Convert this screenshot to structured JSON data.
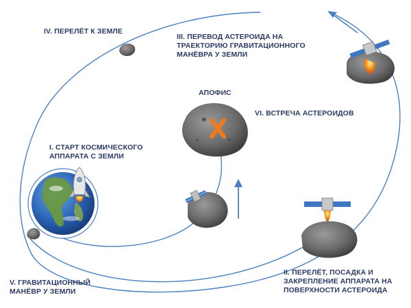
{
  "diagram": {
    "labels": {
      "apophis": "АПОФИС",
      "stage1": [
        "I. СТАРТ КОСМИЧЕСКОГО",
        "АППАРАТА С ЗЕМЛИ"
      ],
      "stage2": [
        "II. ПЕРЕЛЁТ, ПОСАДКА И",
        "ЗАКРЕПЛЕНИЕ АППАРАТА НА",
        "ПОВЕРХНОСТИ АСТЕРОИДА"
      ],
      "stage3": [
        "III. ПЕРЕВОД АСТЕРОИДА НА",
        "ТРАЕКТОРИЮ ГРАВИТАЦИОННОГО",
        "МАНЁВРА У ЗЕМЛИ"
      ],
      "stage4": "IV. ПЕРЕЛЁТ К ЗЕМЛЕ",
      "stage5": [
        "V. ГРАВИТАЦИОННЫЙ",
        "МАНЁВР У ЗЕМЛИ"
      ],
      "stage6": "VI. ВСТРЕЧА АСТЕРОИДОВ"
    },
    "colors": {
      "orbit": "#4a7fc1",
      "label_text": "#2b3a67",
      "asteroid": "#6e6e6e",
      "impact_mark": "#f07a1e",
      "earth_ocean": "#2a63b5",
      "earth_land": "#6d9a3e"
    },
    "icons": [
      "earth-icon",
      "rocket-icon",
      "asteroid-icon",
      "spacecraft-icon",
      "thrust-flame-icon",
      "impact-x-icon",
      "direction-arrow-icon"
    ]
  }
}
